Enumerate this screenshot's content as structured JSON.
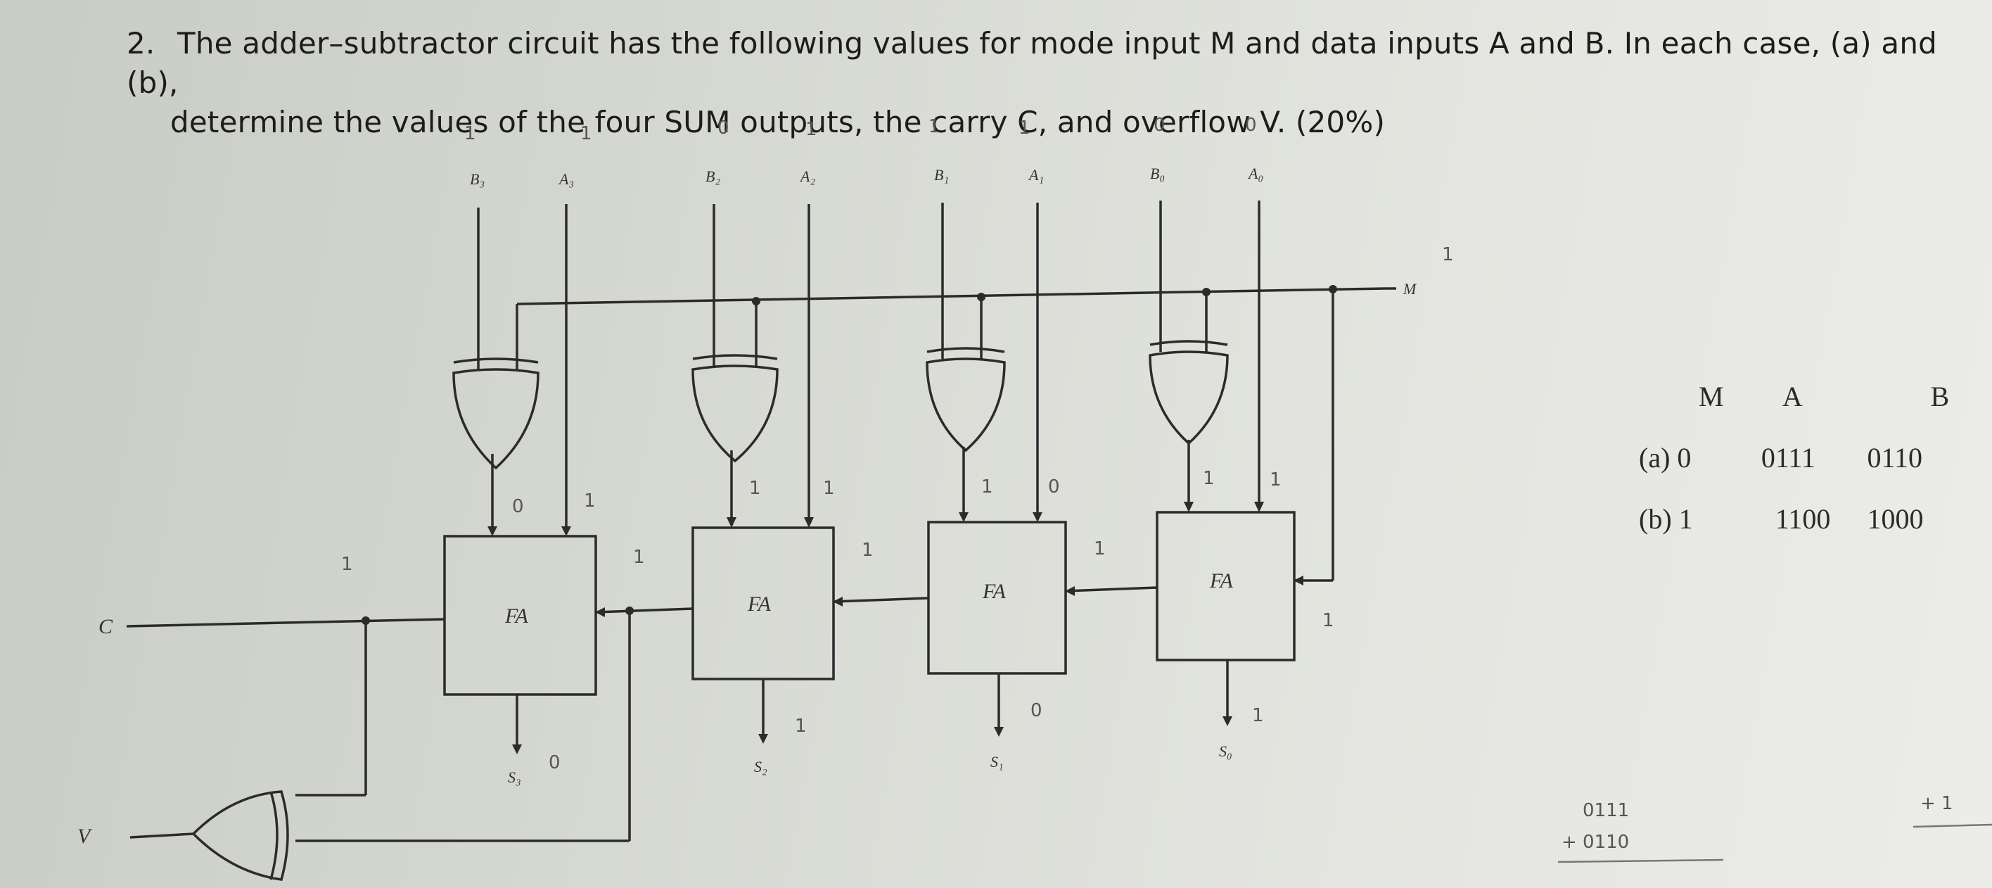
{
  "question": {
    "number": "2.",
    "line1": "The adder–subtractor circuit has the following values for mode input M and data inputs A and B. In each case, (a) and (b),",
    "line2": "determine the values of the four SUM outputs, the carry C, and overflow V. (20%)"
  },
  "circuit": {
    "input_labels": [
      "B₃",
      "A₃",
      "B₂",
      "A₂",
      "B₁",
      "A₁",
      "B₀",
      "A₀"
    ],
    "mode_label": "M",
    "block_label": "FA",
    "sum_labels": [
      "S₃",
      "S₂",
      "S₁",
      "S₀"
    ],
    "carry_label": "C",
    "overflow_label": "V"
  },
  "table": {
    "headers": [
      "M",
      "A",
      "B"
    ],
    "rows": [
      {
        "case": "(a)",
        "m": "0",
        "a": "0111",
        "b": "0110"
      },
      {
        "case": "(b)",
        "m": "1",
        "a": "1100",
        "b": "1000"
      }
    ]
  },
  "handwriting": {
    "top_inputs": [
      "1",
      "1",
      "0",
      "1",
      "1",
      "1",
      "0",
      "0"
    ],
    "mid": [
      "0",
      "1",
      "1",
      "1",
      "1",
      "0",
      "1",
      "1"
    ],
    "carries": [
      "1",
      "1",
      "1",
      "1",
      "1"
    ],
    "sums": [
      "0",
      "1",
      "0",
      "1"
    ],
    "mode_mark": "1",
    "calc_line1": "0111",
    "calc_line2": "+ 0110",
    "margin_note": "+ 1"
  }
}
